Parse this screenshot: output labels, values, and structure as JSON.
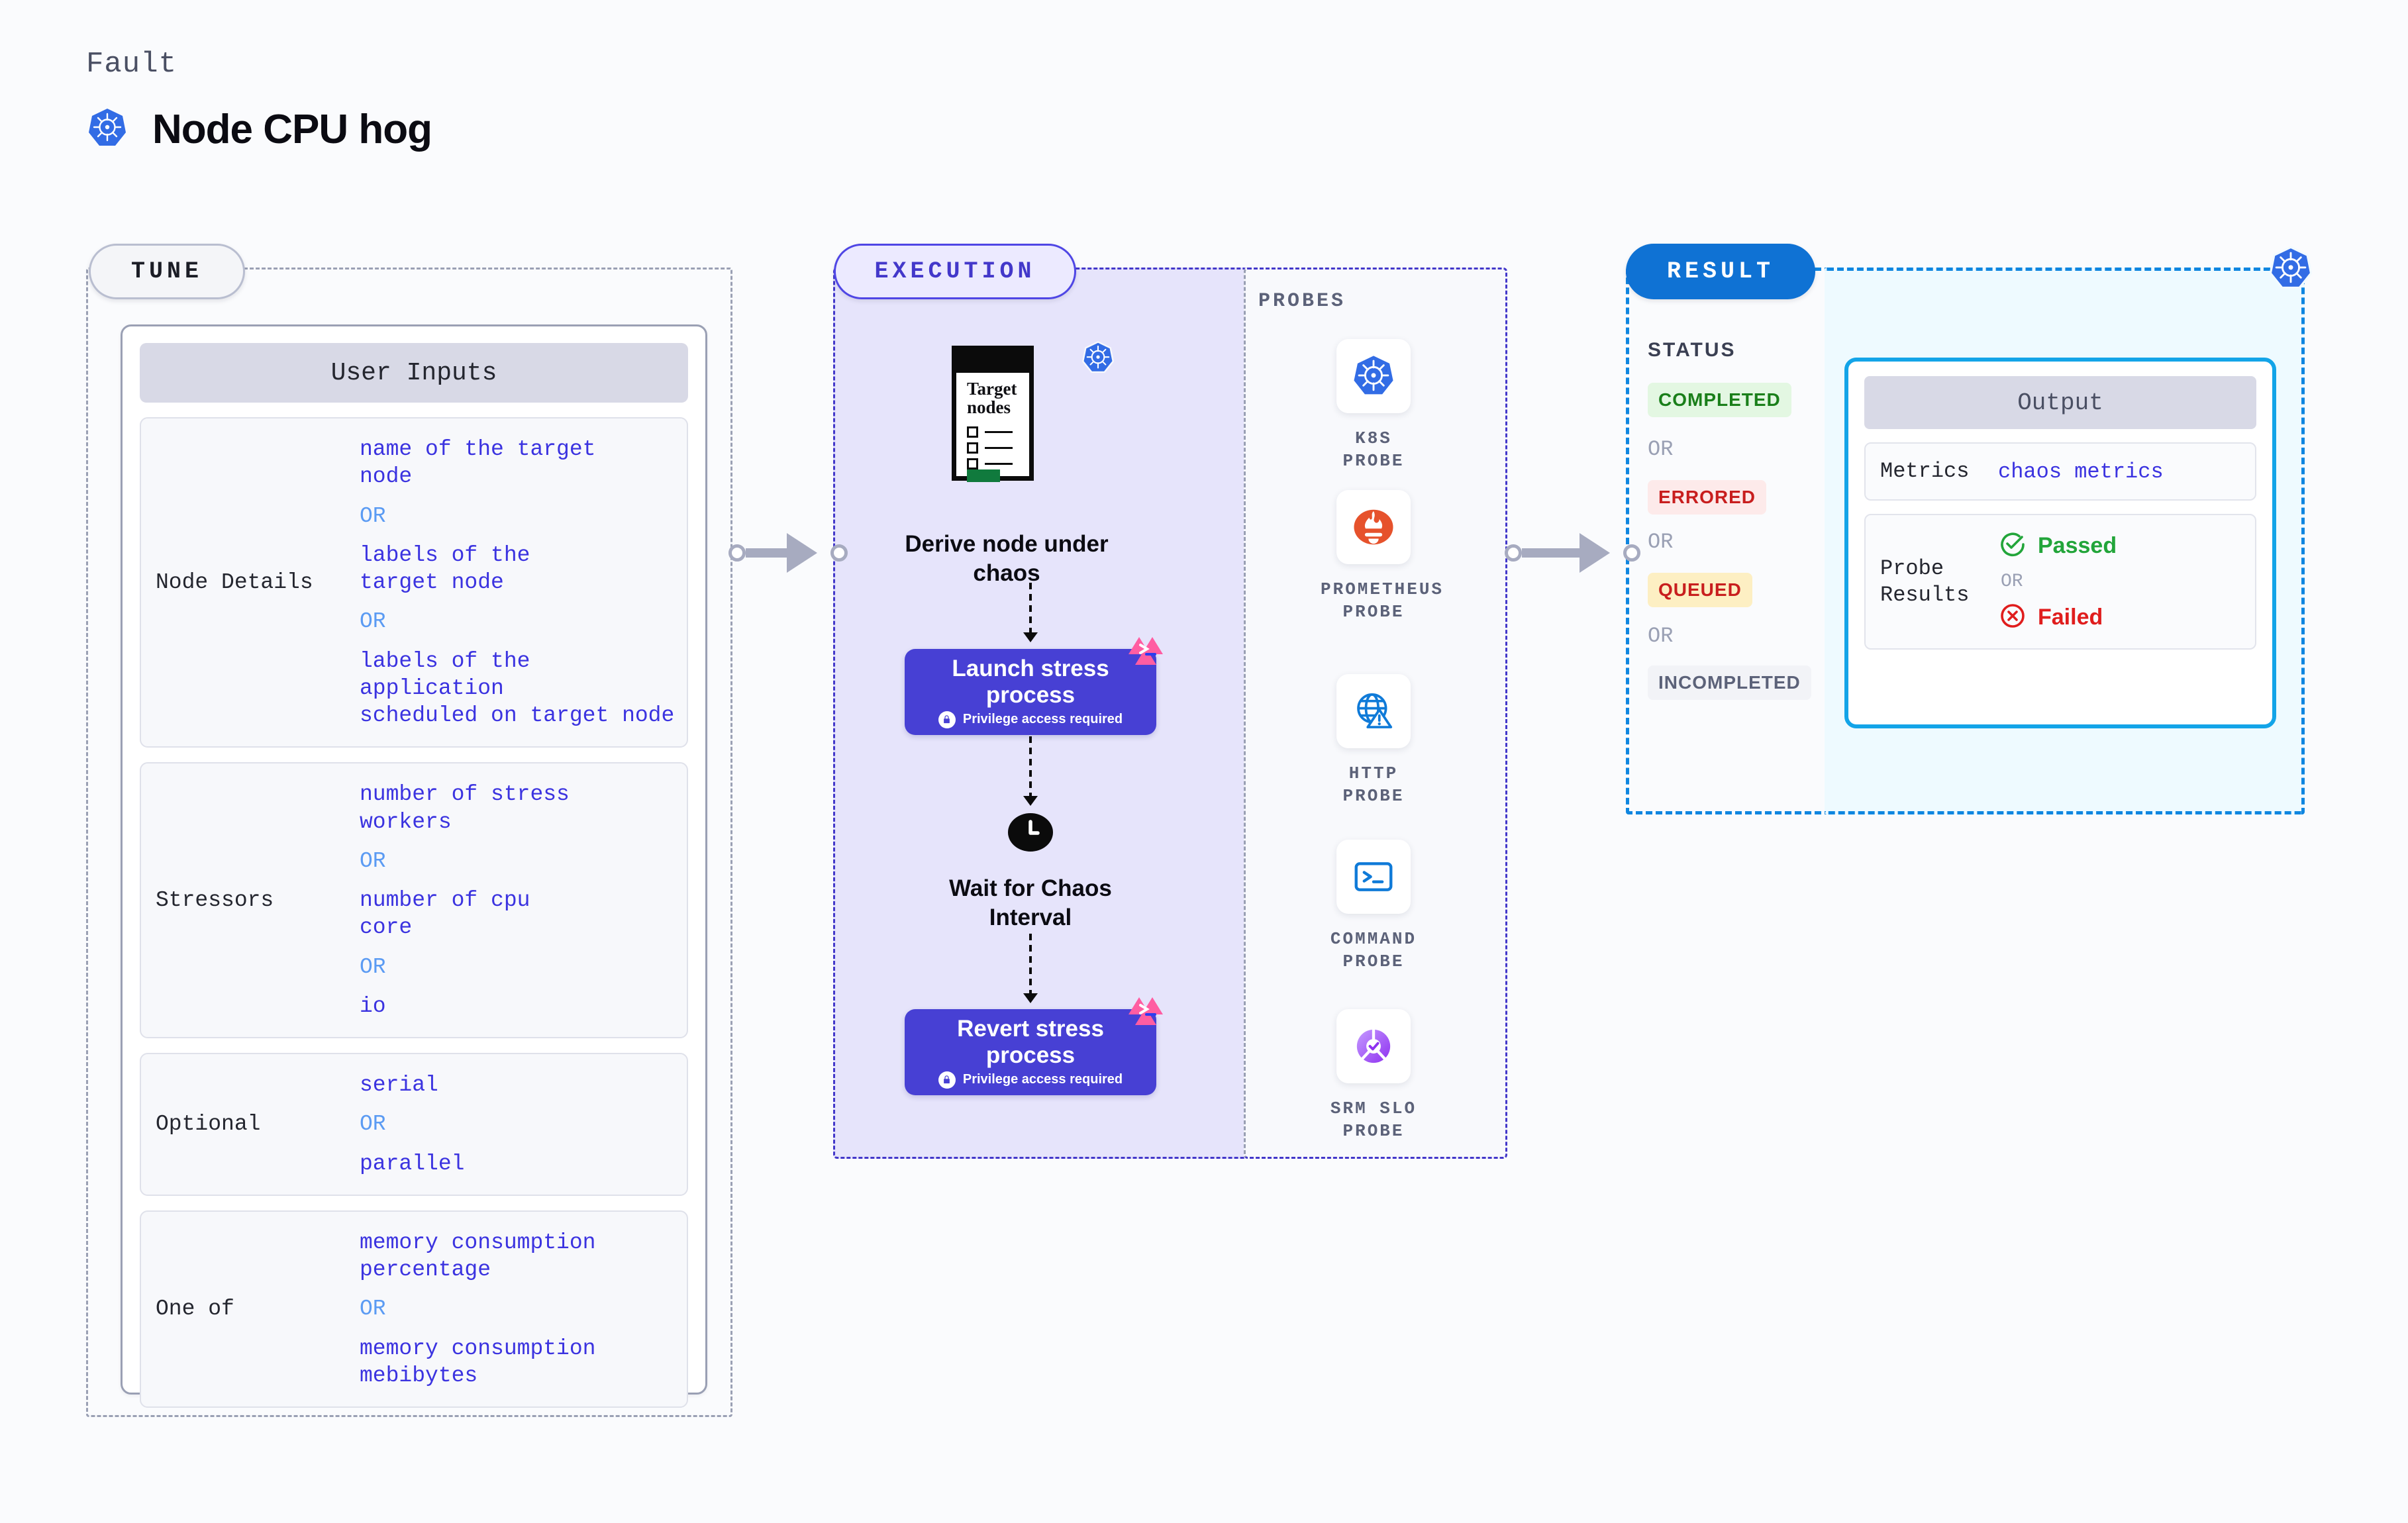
{
  "header": {
    "fault_label": "Fault",
    "title": "Node CPU hog",
    "icon": "kubernetes-icon"
  },
  "sections": {
    "tune": {
      "tag": "TUNE"
    },
    "execution": {
      "tag": "EXECUTION"
    },
    "probes": {
      "label": "PROBES"
    },
    "result": {
      "tag": "RESULT"
    }
  },
  "user_inputs": {
    "title": "User Inputs",
    "or_text": "OR",
    "rows": [
      {
        "label": "Node Details",
        "values": [
          "name of the target\nnode",
          "labels of the\ntarget node",
          "labels of the application\n scheduled on target node"
        ]
      },
      {
        "label": "Stressors",
        "values": [
          "number of stress\nworkers",
          "number of cpu\ncore",
          "io"
        ]
      },
      {
        "label": "Optional",
        "values": [
          "serial",
          "parallel"
        ]
      },
      {
        "label": "One of",
        "values": [
          "memory consumption\npercentage",
          "memory consumption\nmebibytes"
        ]
      }
    ]
  },
  "execution": {
    "derive": {
      "window_title": "Target\nnodes",
      "caption": "Derive node under\nchaos",
      "icon": "kubernetes-icon"
    },
    "steps": [
      {
        "title": "Launch stress\nprocess",
        "note": "Privilege access required",
        "icon": "lock-icon",
        "badge": "litmus-chaos-icon"
      },
      {
        "title": "Revert stress\nprocess",
        "note": "Privilege access required",
        "icon": "lock-icon",
        "badge": "litmus-chaos-icon"
      }
    ],
    "wait": {
      "caption": "Wait for Chaos\nInterval",
      "icon": "clock-icon"
    }
  },
  "probes": [
    {
      "label": "K8S PROBE",
      "icon": "kubernetes-icon"
    },
    {
      "label": "PROMETHEUS\nPROBE",
      "icon": "prometheus-icon"
    },
    {
      "label": "HTTP PROBE",
      "icon": "globe-warning-icon"
    },
    {
      "label": "COMMAND\nPROBE",
      "icon": "terminal-icon"
    },
    {
      "label": "SRM SLO\nPROBE",
      "icon": "srm-slo-icon"
    }
  ],
  "result": {
    "status_label": "STATUS",
    "or_text": "OR",
    "statuses": [
      {
        "label": "COMPLETED",
        "bg": "#e3f7e2",
        "fg": "#1a7f1a"
      },
      {
        "label": "ERRORED",
        "bg": "#fdeaea",
        "fg": "#c81e1e"
      },
      {
        "label": "QUEUED",
        "bg": "#fdefc3",
        "fg": "#c81e1e"
      },
      {
        "label": "INCOMPLETED",
        "bg": "#f2f3f7",
        "fg": "#5c6279"
      }
    ]
  },
  "output": {
    "title": "Output",
    "or_text": "OR",
    "metrics_label": "Metrics",
    "metrics_value": "chaos metrics",
    "probe_results_label": "Probe\nResults",
    "passed": {
      "label": "Passed",
      "color": "#22a53a",
      "icon": "check-circle-icon"
    },
    "failed": {
      "label": "Failed",
      "color": "#e01d1d",
      "icon": "x-circle-icon"
    }
  },
  "colors": {
    "execution_accent": "#4338ca",
    "result_accent": "#0f72d4",
    "output_accent": "#13a4e8",
    "process_box": "#4740d4",
    "input_value": "#3b33e0",
    "or_blue": "#5b9bf3"
  }
}
